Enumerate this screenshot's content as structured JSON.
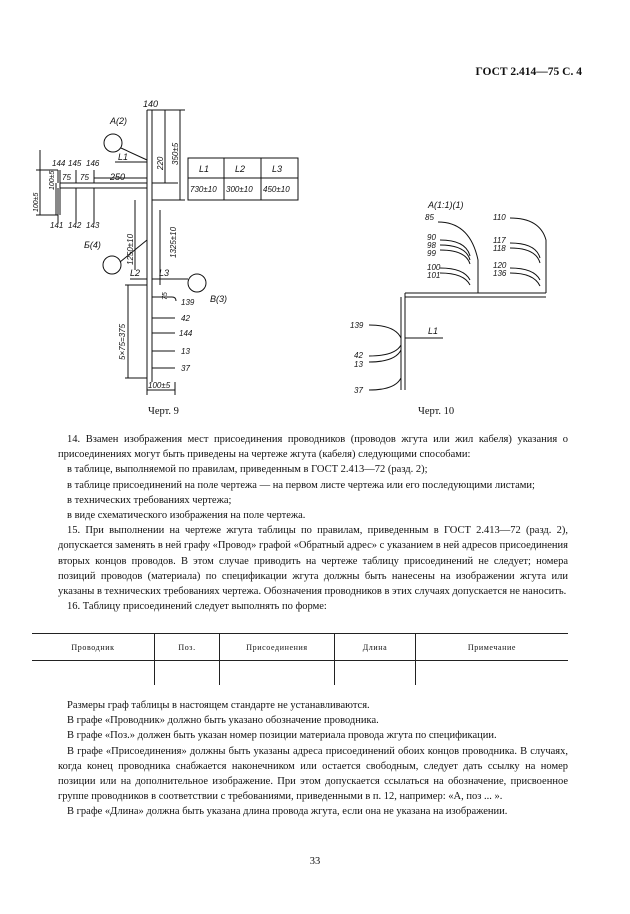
{
  "header": {
    "title": "ГОСТ 2.414—75 С. 4"
  },
  "fig9": {
    "caption": "Черт. 9",
    "n140": "140",
    "conn_a": "А(2)",
    "conn_b": "Б(4)",
    "conn_v": "В(3)",
    "l1": "L1",
    "l2": "L2",
    "l3": "L3",
    "top_nums": [
      "144",
      "145",
      "146"
    ],
    "bot_nums": [
      "141",
      "142",
      "143"
    ],
    "d75a": "75",
    "d75b": "75",
    "d250": "250",
    "d220": "220",
    "d350": "350±5",
    "d100a": "100±5",
    "d100b": "100±5",
    "d1250": "1250±10",
    "d1325": "1325±10",
    "d75c": "75",
    "d5x75": "5×75=375",
    "d100c": "100±5",
    "right_nums": [
      "139",
      "42",
      "144",
      "13",
      "37"
    ],
    "table_head": [
      "L1",
      "L2",
      "L3"
    ],
    "table_vals": [
      "730±10",
      "300±10",
      "450±10"
    ]
  },
  "fig10": {
    "caption": "Черт. 10",
    "conn": "А(1:1)(1)",
    "left_nums": [
      "85",
      "90",
      "98",
      "99",
      "100",
      "101"
    ],
    "right_nums": [
      "110",
      "117",
      "118",
      "120",
      "136"
    ],
    "bottom_nums": [
      "139",
      "42",
      "13",
      "37"
    ],
    "l1": "L1"
  },
  "body": [
    "14. Взамен изображения мест присоединения проводников (проводов жгута или жил кабеля) указания о присоединениях могут быть приведены на чертеже жгута (кабеля) следующими способами:",
    "в таблице, выполняемой по правилам, приведенным в ГОСТ 2.413—72 (разд. 2);",
    "в таблице присоединений на поле чертежа — на первом листе чертежа или его последующими листами;",
    "в технических требованиях чертежа;",
    "в виде схематического изображения на поле чертежа.",
    "15. При выполнении на чертеже жгута таблицы по правилам, приведенным в ГОСТ 2.413—72 (разд. 2), допускается заменять в ней графу «Провод» графой «Обратный адрес» с указанием в ней адресов присоединения вторых концов проводов. В этом случае приводить на чертеже таблицу присоединений не следует; номера позиций проводов (материала) по спецификации жгута должны быть нанесены на изображении жгута или указаны в технических требованиях чертежа. Обозначения проводников в этих случаях допускается не наносить.",
    "16. Таблицу присоединений следует выполнять по форме:"
  ],
  "form_table": {
    "headers": [
      "Проводник",
      "Поз.",
      "Присоединения",
      "Длина",
      "Примечание"
    ]
  },
  "body2": [
    "Размеры граф таблицы в настоящем стандарте не устанавливаются.",
    "В графе «Проводник» должно быть указано обозначение проводника.",
    "В графе «Поз.» должен быть указан номер позиции материала провода жгута по спецификации.",
    "В графе «Присоединения» должны быть указаны адреса присоединений обоих концов проводника. В случаях, когда конец проводника снабжается наконечником или остается свободным, следует дать ссылку на номер позиции или на дополнительное изображение. При этом допускается ссылаться на обозначение, присвоенное группе проводников в соответствии с требованиями, приведенными в п. 12, например: «А, поз ... ».",
    "В графе «Длина» должна быть указана длина провода жгута, если она не указана на изображении."
  ],
  "page_number": "33"
}
